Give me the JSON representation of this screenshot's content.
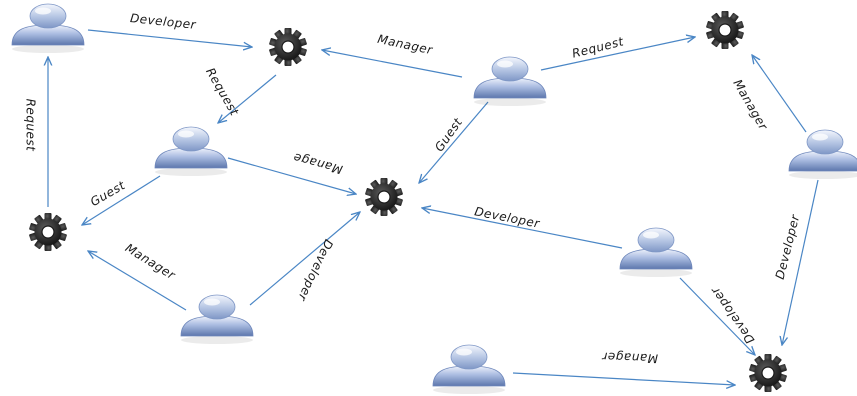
{
  "colors": {
    "edge": "#4a86c5",
    "gear": "#2a2a2a",
    "user_head": "#9db0d3",
    "user_body": "#6e87bb",
    "label": "#1a1a1a"
  },
  "nodes": [
    {
      "id": "u1",
      "kind": "user-icon"
    },
    {
      "id": "g1",
      "kind": "gear-icon"
    },
    {
      "id": "u2",
      "kind": "user-icon"
    },
    {
      "id": "g2",
      "kind": "gear-icon"
    },
    {
      "id": "u3",
      "kind": "user-icon"
    },
    {
      "id": "u4",
      "kind": "user-icon"
    },
    {
      "id": "gc",
      "kind": "gear-icon"
    },
    {
      "id": "g4",
      "kind": "gear-icon"
    },
    {
      "id": "u5",
      "kind": "user-icon"
    },
    {
      "id": "u6",
      "kind": "user-icon"
    },
    {
      "id": "u7",
      "kind": "user-icon"
    },
    {
      "id": "g5",
      "kind": "gear-icon"
    },
    {
      "id": "u8",
      "kind": "user-icon"
    }
  ],
  "edges": [
    {
      "from": "u1",
      "to": "g1",
      "label": "Developer"
    },
    {
      "from": "u3",
      "to": "g1",
      "label": "Manager"
    },
    {
      "from": "g1",
      "to": "u2",
      "label": "Request"
    },
    {
      "from": "u3",
      "to": "g2",
      "label": "Request"
    },
    {
      "from": "u3",
      "to": "gc",
      "label": "Guest"
    },
    {
      "from": "u2",
      "to": "gc",
      "label": "Manage"
    },
    {
      "from": "u2",
      "to": "g4",
      "label": "Guest"
    },
    {
      "from": "g4",
      "to": "u1",
      "label": "Request"
    },
    {
      "from": "u5",
      "to": "g4",
      "label": "Manager"
    },
    {
      "from": "u5",
      "to": "gc",
      "label": "Developer"
    },
    {
      "from": "u6",
      "to": "gc",
      "label": "Developer"
    },
    {
      "from": "u4",
      "to": "g2",
      "label": "Manager"
    },
    {
      "from": "u4",
      "to": "g5",
      "label": "Developer"
    },
    {
      "from": "u6",
      "to": "g5",
      "label": "Developer"
    },
    {
      "from": "u8",
      "to": "g5",
      "label": "Manager"
    }
  ]
}
